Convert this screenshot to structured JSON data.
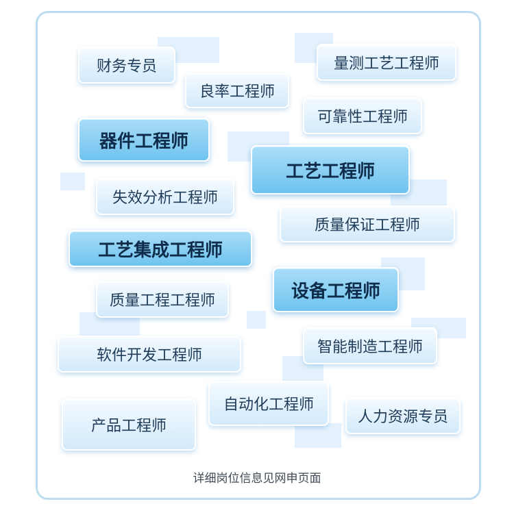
{
  "tags": [
    "财务专员",
    "良率工程师",
    "量测工艺工程师",
    "可靠性工程师",
    "器件工程师",
    "工艺工程师",
    "失效分析工程师",
    "质量保证工程师",
    "工艺集成工程师",
    "设备工程师",
    "质量工程工程师",
    "软件开发工程师",
    "智能制造工程师",
    "产品工程师",
    "自动化工程师",
    "人力资源专员"
  ],
  "footnote": "详细岗位信息见网申页面"
}
